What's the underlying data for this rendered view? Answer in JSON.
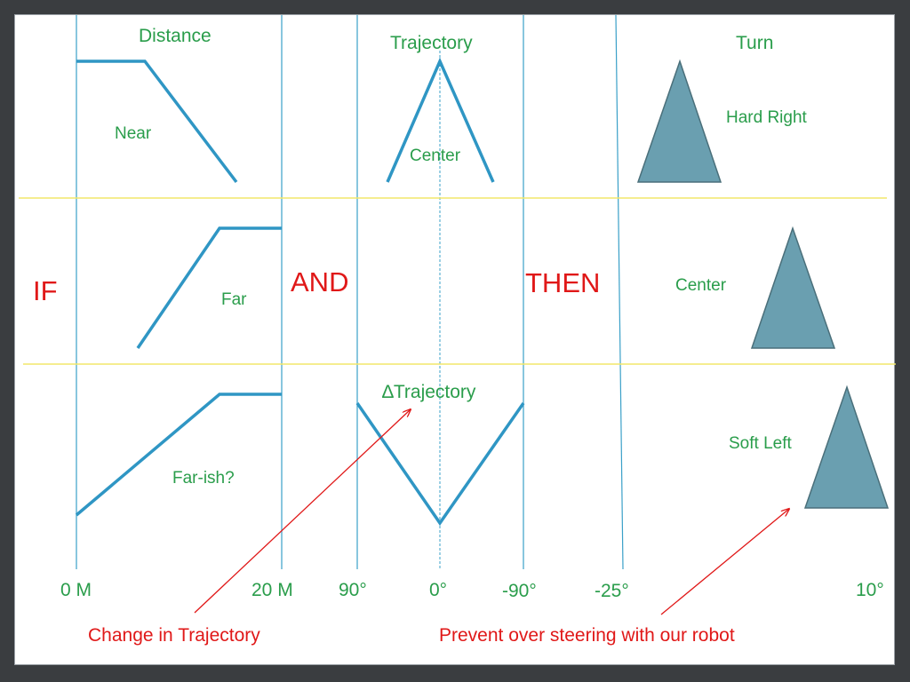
{
  "colors": {
    "background": "#3a3d40",
    "slide": "#ffffff",
    "guide_line": "#3aa0c8",
    "yellow_divider": "#f2e76a",
    "curve": "#2f96c4",
    "triangle_fill": "#6a9fb0",
    "triangle_stroke": "#4a6f7a",
    "green_text": "#2a9d4b",
    "red_text": "#e01818"
  },
  "columns": {
    "distance": "Distance",
    "trajectory": "Trajectory",
    "turn": "Turn",
    "delta_trajectory": "∆Trajectory"
  },
  "keywords": {
    "if": "IF",
    "and": "AND",
    "then": "THEN"
  },
  "sets": {
    "near": "Near",
    "far": "Far",
    "far_ish": "Far-ish?",
    "center_trajectory": "Center",
    "hard_right": "Hard Right",
    "center_turn": "Center",
    "soft_left": "Soft Left"
  },
  "axis_ticks": {
    "zero_m": "0 M",
    "twenty_m": "20 M",
    "ninety_deg": "90°",
    "zero_deg": "0°",
    "neg_ninety_deg": "-90°",
    "neg_twenty_five_deg": "-25°",
    "ten_deg": "10°"
  },
  "annotations": {
    "change_in_trajectory": "Change in Trajectory",
    "prevent_over_steering": "Prevent over steering with our robot"
  }
}
